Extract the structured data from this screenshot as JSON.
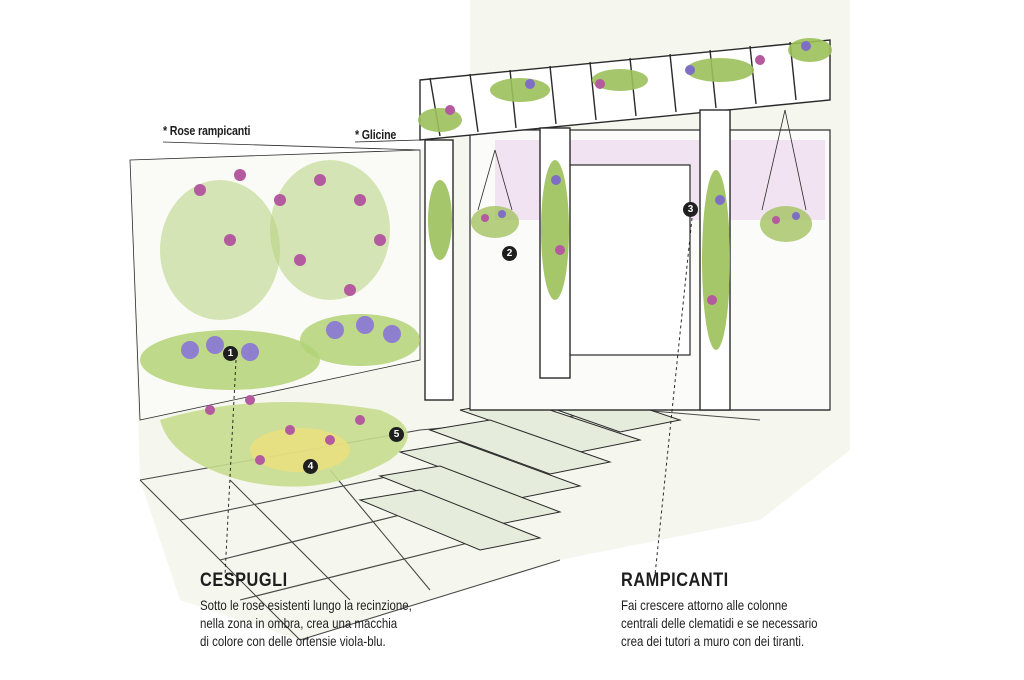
{
  "annotations": {
    "roses": "* Rose rampicanti",
    "wisteria": "* Glicine"
  },
  "markers": [
    "1",
    "2",
    "3",
    "4",
    "5"
  ],
  "cespugli": {
    "title": "CESPUGLI",
    "lines": [
      "Sotto le rose esistenti lungo la recinzione,",
      "nella zona in ombra, crea una macchia",
      "di colore con delle ortensie viola-blu."
    ]
  },
  "rampicanti": {
    "title": "RAMPICANTI",
    "lines": [
      "Fai crescere attorno alle colonne",
      "centrali delle clematidi e se necessario",
      "crea dei tutori a muro con dei tiranti."
    ]
  },
  "colors": {
    "background": "#ffffff",
    "ink": "#2a2a2a",
    "foliage": "#9cc05a",
    "flower_pink": "#b45a9e",
    "flower_violet": "#7e6fc4",
    "wall_tint": "#e9d6ea"
  }
}
